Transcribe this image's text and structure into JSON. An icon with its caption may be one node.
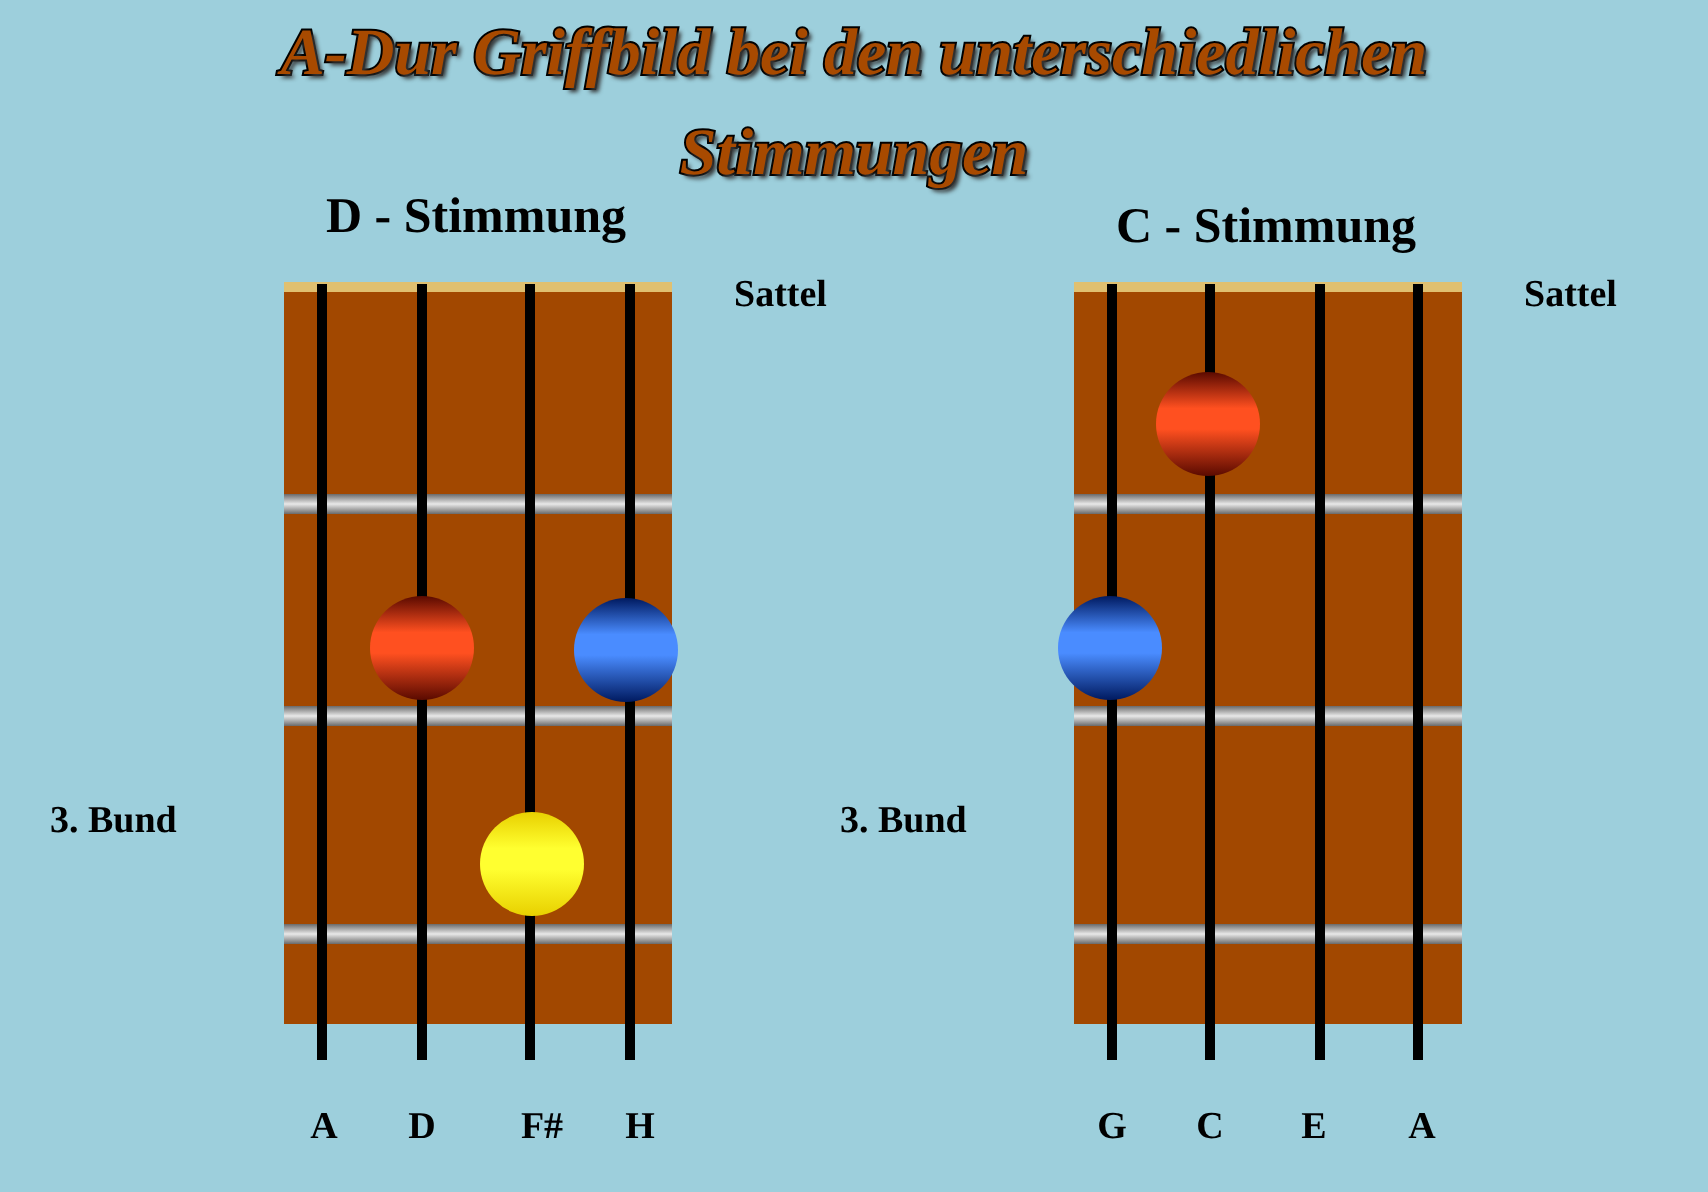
{
  "diagram": {
    "title": "A-Dur Griffbild bei den unterschiedlichen Stimmungen",
    "nodes": [
      {
        "text": [
          "D - Stimmung"
        ],
        "beside": [
          "Sattel",
          "3. Bund"
        ]
      },
      {
        "text": [],
        "shape": "circle",
        "in": 0
      },
      {
        "text": [],
        "shape": "circle",
        "in": 0
      },
      {
        "text": [],
        "shape": "circle",
        "in": 0
      },
      {
        "text": [
          "C - Stimmung"
        ],
        "beside": [
          "Sattel",
          "3. Bund"
        ]
      },
      {
        "text": [],
        "shape": "circle",
        "in": 4
      },
      {
        "text": [],
        "shape": "circle",
        "in": 4
      }
    ],
    "edges": [],
    "labels": [
      "A",
      "D",
      "F#",
      "H",
      "G",
      "C",
      "E",
      "A"
    ]
  }
}
